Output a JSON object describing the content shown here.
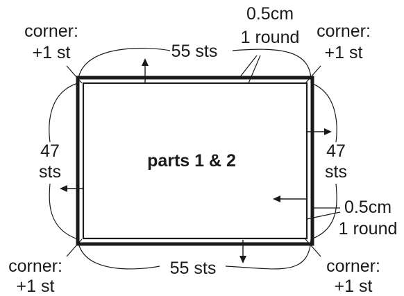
{
  "title": "parts 1 & 2",
  "labels": {
    "top_count": "55 sts",
    "bottom_count": "55 sts",
    "left_count_num": "47",
    "left_count_unit": "sts",
    "right_count_num": "47",
    "right_count_unit": "sts",
    "corner_tl_1": "corner:",
    "corner_tl_2": "+1 st",
    "corner_tr_1": "corner:",
    "corner_tr_2": "+1 st",
    "corner_bl_1": "corner:",
    "corner_bl_2": "+1 st",
    "corner_br_1": "corner:",
    "corner_br_2": "+1 st",
    "border_top_1": "0.5cm",
    "border_top_2": "1 round",
    "border_right_1": "0.5cm",
    "border_right_2": "1 round"
  }
}
